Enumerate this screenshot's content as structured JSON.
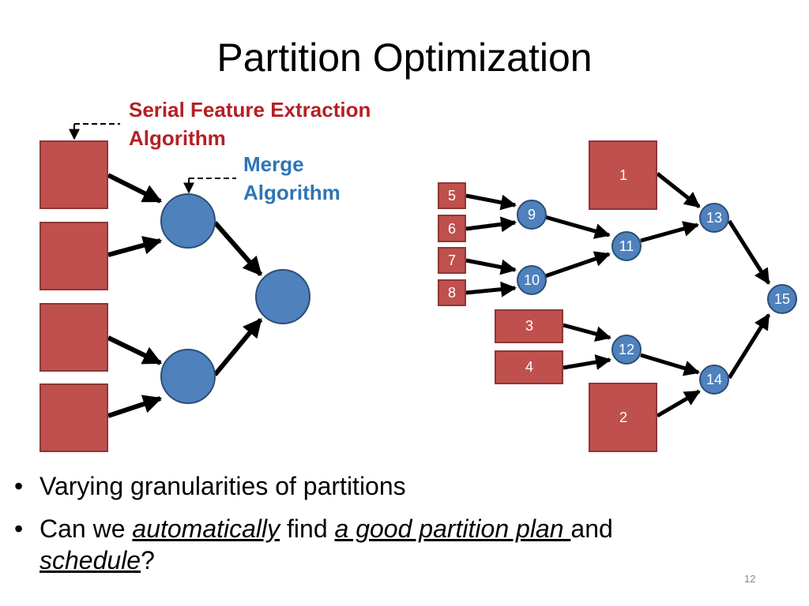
{
  "title": "Partition Optimization",
  "annotations": {
    "serial_line1": "Serial Feature Extraction",
    "serial_line2": "Algorithm",
    "merge_line1": "Merge",
    "merge_line2": "Algorithm"
  },
  "right_diagram": {
    "nodes": [
      "1",
      "2",
      "3",
      "4",
      "5",
      "6",
      "7",
      "8",
      "9",
      "10",
      "11",
      "12",
      "13",
      "14",
      "15"
    ]
  },
  "bullets": {
    "b1": "Varying granularities of partitions",
    "b2_part1": "Can we ",
    "b2_em1": "automatically",
    "b2_part2": " find ",
    "b2_em2": "a good partition plan ",
    "b2_part3": "and ",
    "b2_em3": "schedule",
    "b2_part4": "?"
  },
  "page_number": "12",
  "colors": {
    "partition_fill": "#c0504d",
    "partition_stroke": "#8c3836",
    "merge_fill": "#4f81bd",
    "merge_stroke": "#2c4d75",
    "serial_label": "#b52025",
    "merge_label": "#2f74b5"
  }
}
